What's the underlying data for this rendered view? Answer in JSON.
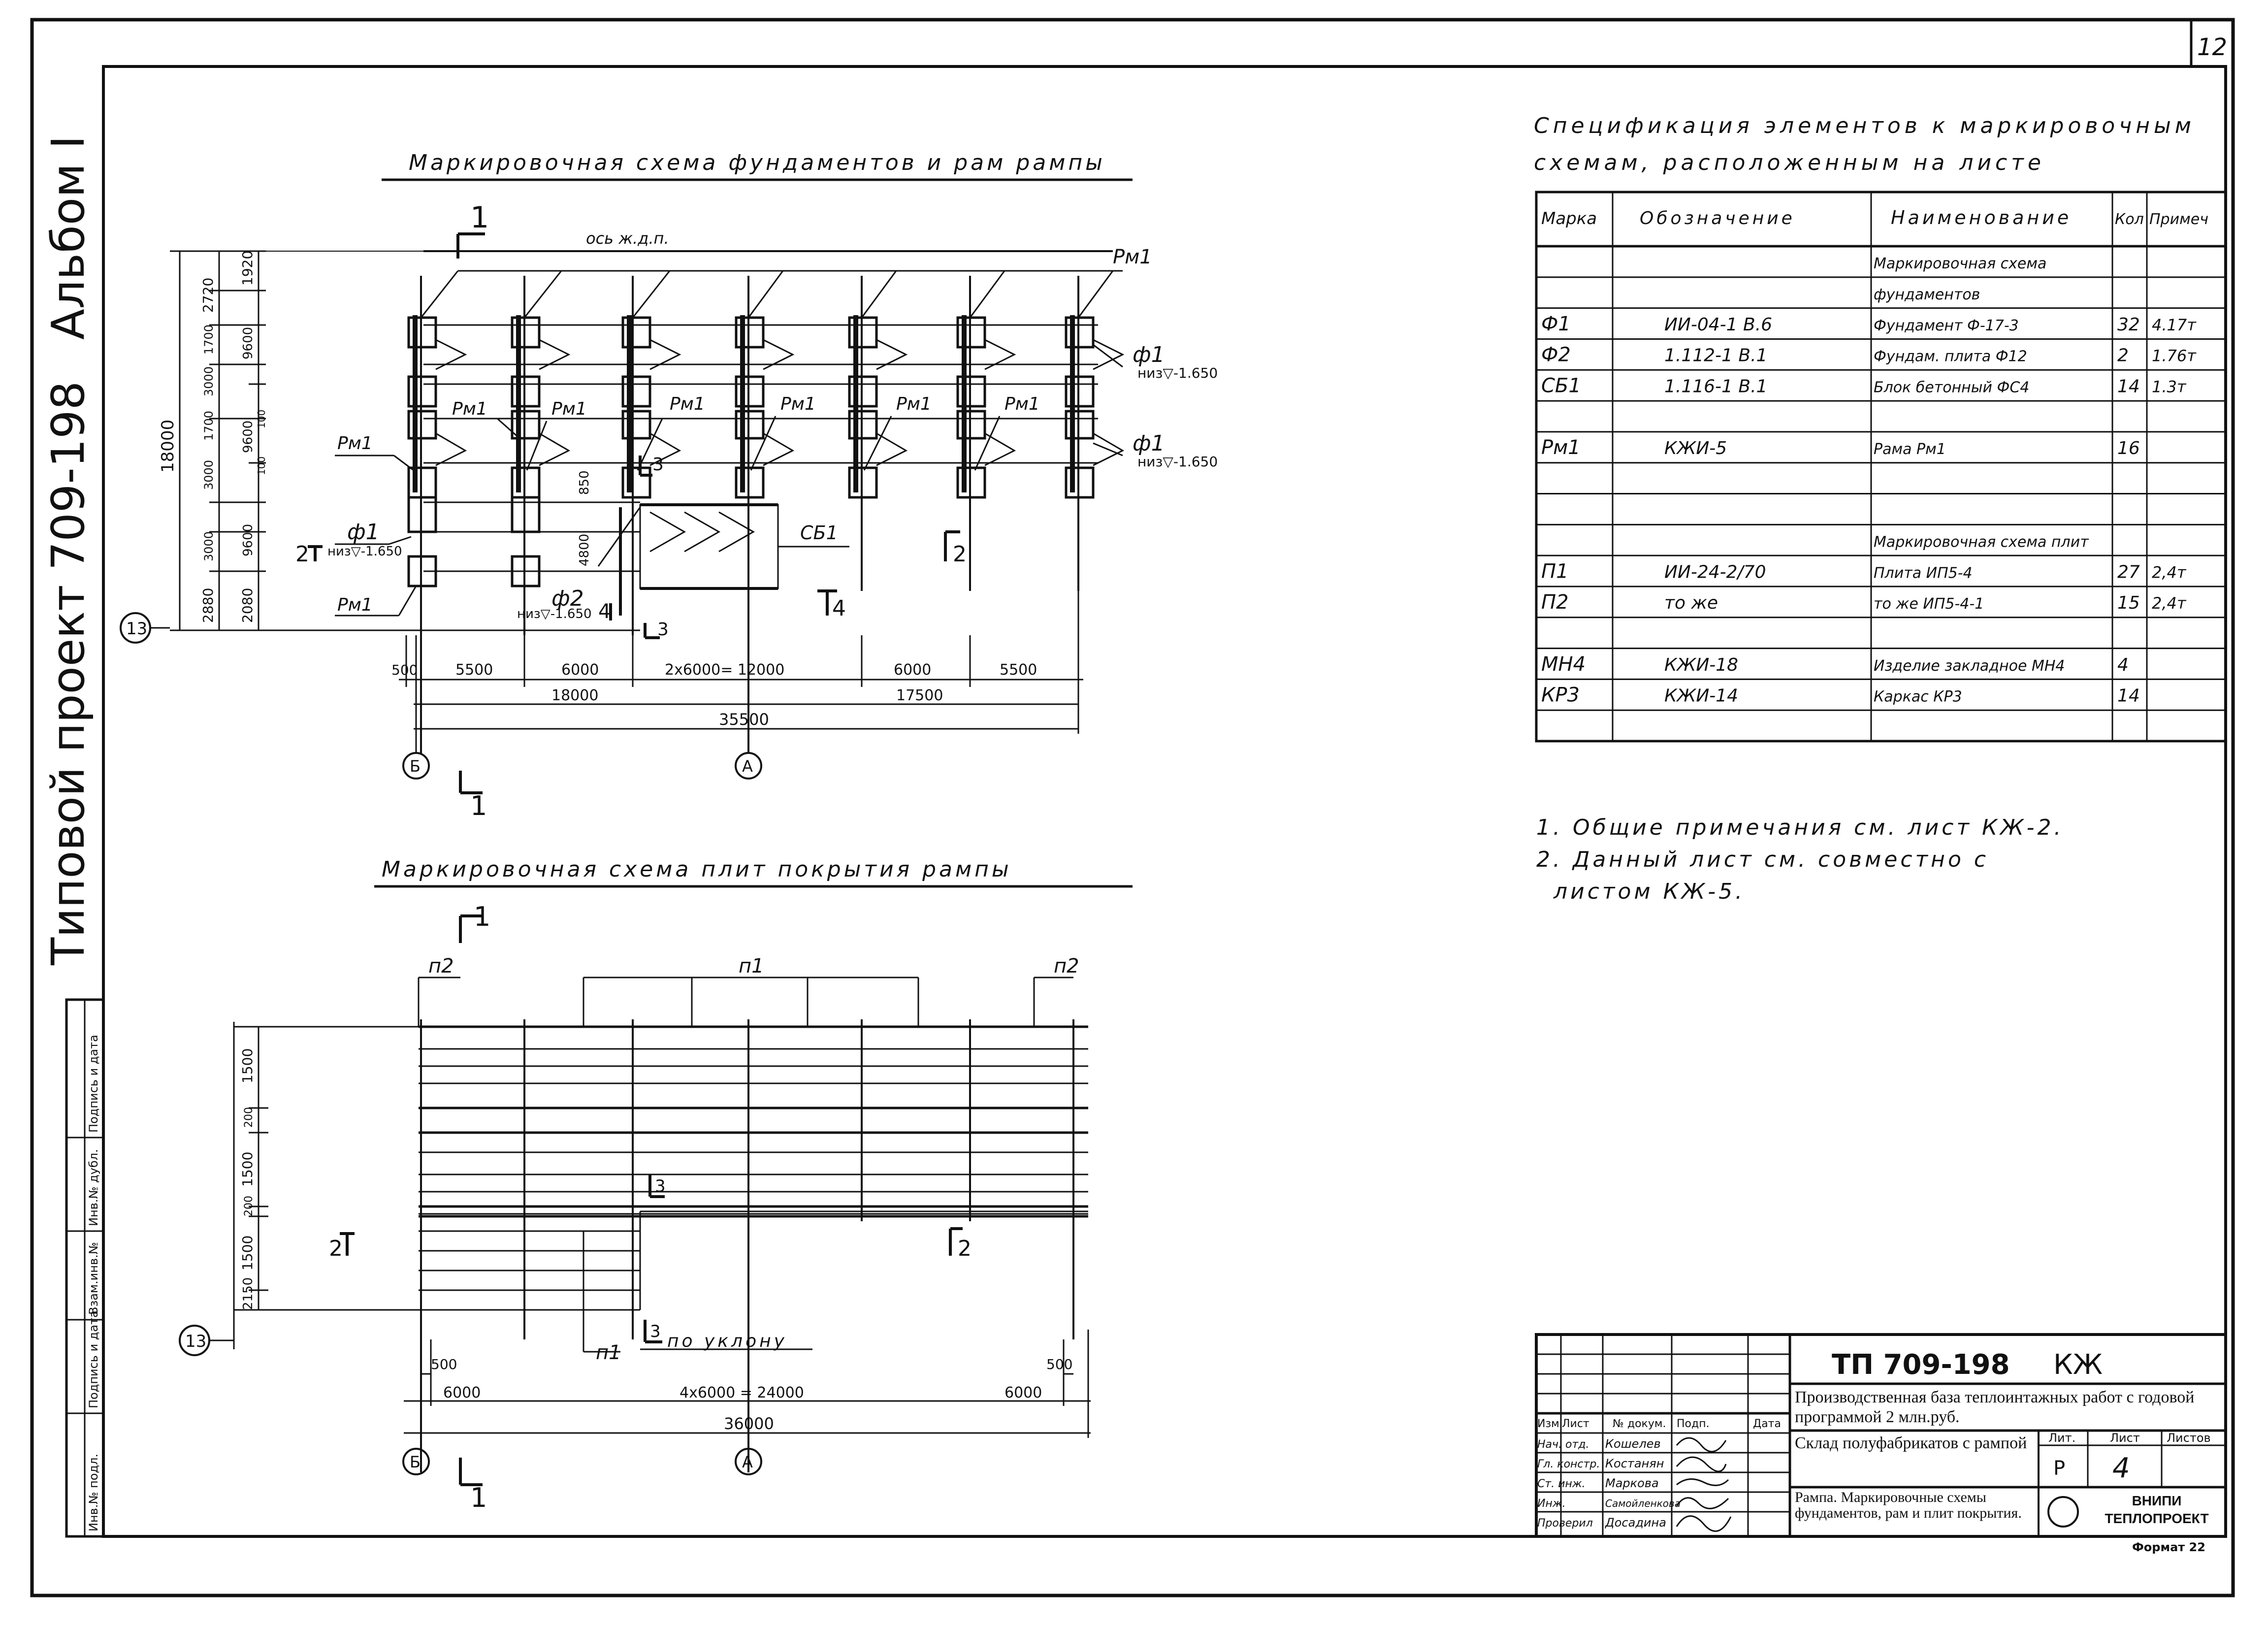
{
  "sheet": {
    "page_number": "12",
    "side_title": "Типовой проект  709-198",
    "album": "Альбом I",
    "side_stamp": [
      "Инв.№ подл.",
      "Подпись и дата",
      "Взам.инв.№",
      "Инв.№ дубл.",
      "Подпись и дата"
    ]
  },
  "drawing1": {
    "title": "Маркировочная схема фундаментов и рам рампы",
    "section_mark": "1",
    "axis_label": "ось ж.д.п.",
    "left_dims": [
      "18000",
      "2720",
      "1920",
      "1700",
      "3000",
      "9600",
      "1700",
      "3000",
      "9600",
      "3000",
      "9600",
      "2880",
      "2080",
      "100",
      "100"
    ],
    "frame_labels": [
      "Рм1",
      "Рм1",
      "Рм1",
      "Рм1",
      "Рм1",
      "Рм1",
      "Рм1",
      "Рм1"
    ],
    "found_marks": [
      "ф1",
      "ф1",
      "ф1",
      "ф2"
    ],
    "elevations": [
      "низ▽-1.650",
      "низ▽-1.650",
      "низ▽-1.650",
      "низ▽-1.650"
    ],
    "block_mark": "СБ1",
    "section_marks": [
      "2",
      "2",
      "3",
      "3",
      "4",
      "4"
    ],
    "inner_dims": [
      "850",
      "4800"
    ],
    "bottom_dims_row1": [
      "500",
      "5500",
      "6000",
      "2х6000= 12000",
      "6000",
      "5500"
    ],
    "bottom_dims_row2": [
      "18000",
      "17500"
    ],
    "bottom_total": "35500",
    "axes": [
      "13",
      "Б",
      "А"
    ],
    "cut_mark": "1"
  },
  "drawing2": {
    "title": "Маркировочная схема плит покрытия рампы",
    "section_mark": "1",
    "plate_marks": [
      "п2",
      "п1",
      "п2",
      "п1"
    ],
    "slope_label": "по уклону",
    "left_dims": [
      "1500",
      "200",
      "1500",
      "200",
      "1500",
      "2150"
    ],
    "section_marks": [
      "2",
      "2",
      "3",
      "3"
    ],
    "dim_500_left": "500",
    "dim_500_right": "500",
    "bottom_dims_row1": [
      "6000",
      "4х6000 = 24000",
      "6000"
    ],
    "bottom_total": "36000",
    "axes": [
      "13",
      "Б",
      "А"
    ],
    "cut_mark": "1"
  },
  "spec": {
    "title_line1": "Спецификация элементов к маркировочным",
    "title_line2": "схемам, расположенным на листе",
    "headers": [
      "Марка",
      "Обозначение",
      "Наименование",
      "Кол",
      "Примеч"
    ],
    "rows": [
      {
        "mark": "",
        "code": "",
        "name": "Маркировочная схема",
        "qty": "",
        "note": ""
      },
      {
        "mark": "",
        "code": "",
        "name": "фундаментов",
        "qty": "",
        "note": ""
      },
      {
        "mark": "Ф1",
        "code": "ИИ-04-1  В.6",
        "name": "Фундамент Ф-17-3",
        "qty": "32",
        "note": "4.17т"
      },
      {
        "mark": "Ф2",
        "code": "1.112-1   В.1",
        "name": "Фундам. плита   Ф12",
        "qty": "2",
        "note": "1.76т"
      },
      {
        "mark": "СБ1",
        "code": "1.116-1   В.1",
        "name": "Блок бетонный   ФС4",
        "qty": "14",
        "note": "1.3т"
      },
      {
        "mark": "",
        "code": "",
        "name": "",
        "qty": "",
        "note": ""
      },
      {
        "mark": "Рм1",
        "code": "КЖИ-5",
        "name": "Рама   Рм1",
        "qty": "16",
        "note": ""
      },
      {
        "mark": "",
        "code": "",
        "name": "",
        "qty": "",
        "note": ""
      },
      {
        "mark": "",
        "code": "",
        "name": "",
        "qty": "",
        "note": ""
      },
      {
        "mark": "",
        "code": "",
        "name": "Маркировочная схема плит",
        "qty": "",
        "note": ""
      },
      {
        "mark": "П1",
        "code": "ИИ-24-2/70",
        "name": "Плита   ИП5-4",
        "qty": "27",
        "note": "2,4т"
      },
      {
        "mark": "П2",
        "code": "то же",
        "name": "то же   ИП5-4-1",
        "qty": "15",
        "note": "2,4т"
      },
      {
        "mark": "",
        "code": "",
        "name": "",
        "qty": "",
        "note": ""
      },
      {
        "mark": "МН4",
        "code": "КЖИ-18",
        "name": "Изделие закладное   МН4",
        "qty": "4",
        "note": ""
      },
      {
        "mark": "КР3",
        "code": "КЖИ-14",
        "name": "Каркас   КР3",
        "qty": "14",
        "note": ""
      },
      {
        "mark": "",
        "code": "",
        "name": "",
        "qty": "",
        "note": ""
      }
    ]
  },
  "notes": {
    "line1": "1. Общие примечания см. лист КЖ-2.",
    "line2": "2. Данный лист см. совместно с",
    "line3": "листом КЖ-5."
  },
  "title_block": {
    "code": "ТП  709-198",
    "mark": "КЖ",
    "project": "Производственная база теплоинтажных работ с годовой программой 2 млн.руб.",
    "building": "Склад полуфабрикатов с рампой",
    "sheet_title": "Рампа. Маркировочные схемы фундаментов, рам и плит покрытия.",
    "col_headers": [
      "Изм",
      "Лист",
      "№ докум.",
      "Подп.",
      "Дата"
    ],
    "roles": [
      "Нач. отд.",
      "Гл. констр.",
      "Ст. инж.",
      "Инж.",
      "Проверил"
    ],
    "names": [
      "Кошелев",
      "Костанян",
      "Маркова",
      "Самойленкова",
      "Досадина"
    ],
    "stage_headers": [
      "Лит.",
      "Лист",
      "Листов"
    ],
    "stage": "Р",
    "sheet_no": "4",
    "org": "ВНИПИ ТЕПЛОПРОЕКТ",
    "format": "Формат 22"
  }
}
